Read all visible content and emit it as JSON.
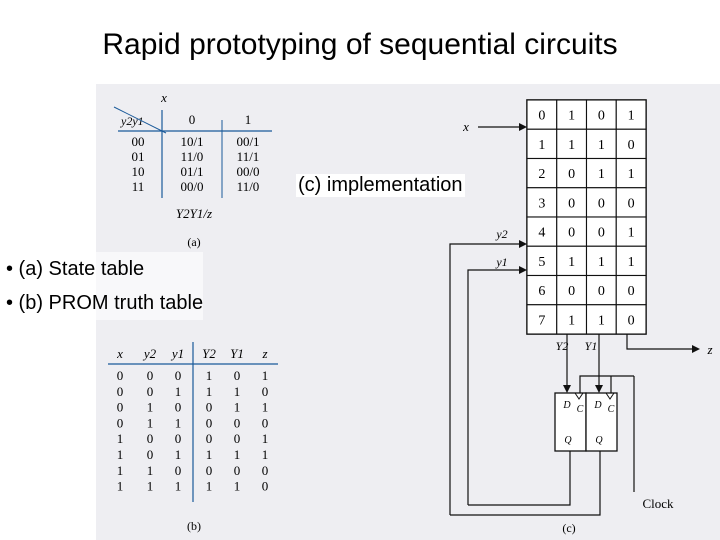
{
  "slide": {
    "title": "Rapid prototyping of sequential circuits",
    "bullets": [
      "• (a) State table",
      "• (b) PROM truth table"
    ],
    "implementation_label": "(c) implementation"
  },
  "state_table": {
    "input_label": "x",
    "row_header": "y2y1",
    "col_headers": [
      "0",
      "1"
    ],
    "rows": [
      {
        "state": "00",
        "cells": [
          "10/1",
          "00/1"
        ]
      },
      {
        "state": "01",
        "cells": [
          "11/0",
          "11/1"
        ]
      },
      {
        "state": "10",
        "cells": [
          "01/1",
          "00/0"
        ]
      },
      {
        "state": "11",
        "cells": [
          "00/0",
          "11/0"
        ]
      }
    ],
    "footer": "Y2Y1/z",
    "caption": "(a)"
  },
  "prom_table": {
    "headers": [
      "x",
      "y2",
      "y1",
      "Y2",
      "Y1",
      "z"
    ],
    "rows": [
      [
        "0",
        "0",
        "0",
        "1",
        "0",
        "1"
      ],
      [
        "0",
        "0",
        "1",
        "1",
        "1",
        "0"
      ],
      [
        "0",
        "1",
        "0",
        "0",
        "1",
        "1"
      ],
      [
        "0",
        "1",
        "1",
        "0",
        "0",
        "0"
      ],
      [
        "1",
        "0",
        "0",
        "0",
        "0",
        "1"
      ],
      [
        "1",
        "0",
        "1",
        "1",
        "1",
        "1"
      ],
      [
        "1",
        "1",
        "0",
        "0",
        "0",
        "0"
      ],
      [
        "1",
        "1",
        "1",
        "1",
        "1",
        "0"
      ]
    ],
    "caption": "(b)"
  },
  "circuit": {
    "input_x": "x",
    "input_y2": "y2",
    "input_y1": "y1",
    "addresses": [
      "0",
      "1",
      "2",
      "3",
      "4",
      "5",
      "6",
      "7"
    ],
    "memory": [
      [
        "1",
        "0",
        "1"
      ],
      [
        "1",
        "1",
        "0"
      ],
      [
        "0",
        "1",
        "1"
      ],
      [
        "0",
        "0",
        "0"
      ],
      [
        "0",
        "0",
        "1"
      ],
      [
        "1",
        "1",
        "1"
      ],
      [
        "0",
        "0",
        "0"
      ],
      [
        "1",
        "1",
        "0"
      ]
    ],
    "out_Y2": "Y2",
    "out_Y1": "Y1",
    "out_z": "z",
    "ff_d": "D",
    "ff_c": "C",
    "ff_q": "Q",
    "clock": "Clock",
    "caption": "(c)"
  }
}
